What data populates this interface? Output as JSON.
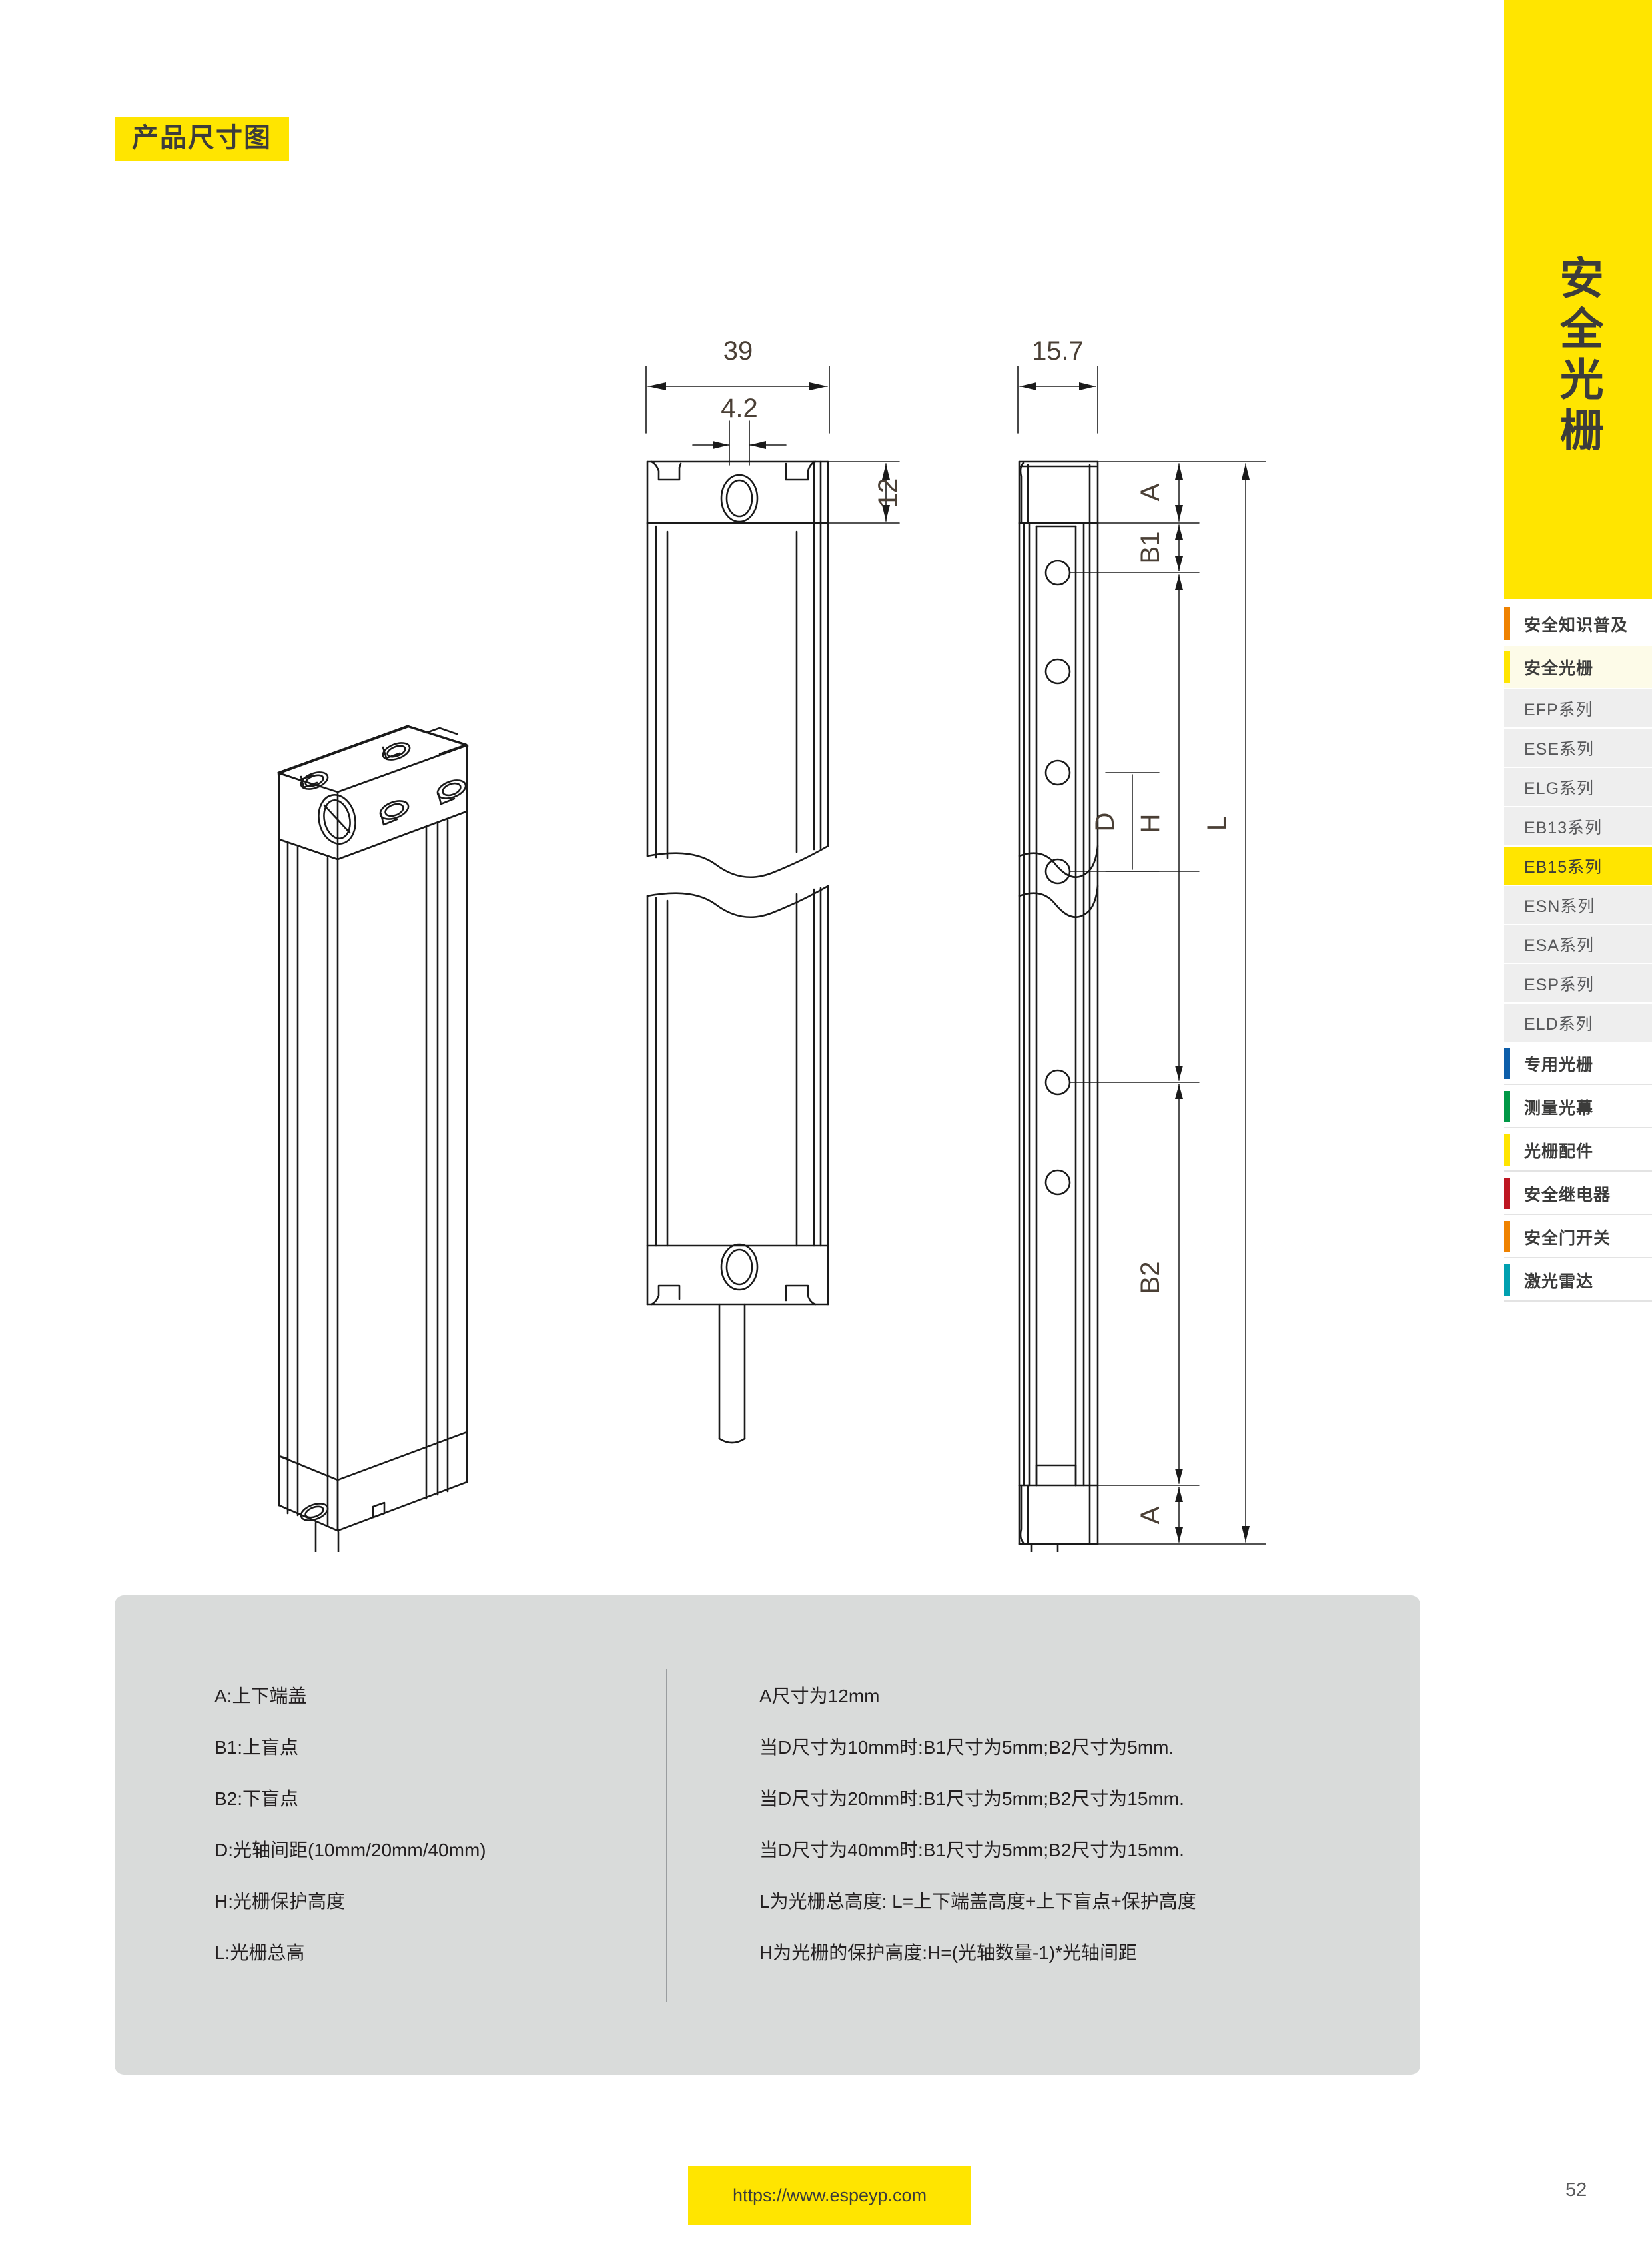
{
  "section": {
    "title": "产品尺寸图"
  },
  "sidebar": {
    "tab_label": "安全光栅",
    "main_items": [
      {
        "label": "安全知识普及",
        "color": "#ef8200",
        "active": false
      },
      {
        "label": "安全光栅",
        "color": "#ffe500",
        "active": true
      }
    ],
    "sub_items": [
      {
        "label": "EFP系列",
        "active": false
      },
      {
        "label": "ESE系列",
        "active": false
      },
      {
        "label": "ELG系列",
        "active": false
      },
      {
        "label": "EB13系列",
        "active": false
      },
      {
        "label": "EB15系列",
        "active": true
      },
      {
        "label": "ESN系列",
        "active": false
      },
      {
        "label": "ESA系列",
        "active": false
      },
      {
        "label": "ESP系列",
        "active": false
      },
      {
        "label": "ELD系列",
        "active": false
      }
    ],
    "tail_items": [
      {
        "label": "专用光栅",
        "color": "#0d5eaa"
      },
      {
        "label": "测量光幕",
        "color": "#009846"
      },
      {
        "label": "光栅配件",
        "color": "#ffe500"
      },
      {
        "label": "安全继电器",
        "color": "#be1622"
      },
      {
        "label": "安全门开关",
        "color": "#ef8200"
      },
      {
        "label": "激光雷达",
        "color": "#00a0b0"
      }
    ]
  },
  "drawing": {
    "dimensions": {
      "front_width": "39",
      "front_slot": "4.2",
      "front_cap_height": "12",
      "side_width": "15.7",
      "cap_top": "A",
      "blind_top": "B1",
      "pitch": "D",
      "protect_height": "H",
      "total_length": "L",
      "blind_bottom": "B2",
      "cap_bottom": "A"
    }
  },
  "legend": {
    "left": [
      "A:上下端盖",
      "B1:上盲点",
      "B2:下盲点",
      "D:光轴间距(10mm/20mm/40mm)",
      "H:光栅保护高度",
      "L:光栅总高"
    ],
    "right": [
      "A尺寸为12mm",
      "当D尺寸为10mm时:B1尺寸为5mm;B2尺寸为5mm.",
      "当D尺寸为20mm时:B1尺寸为5mm;B2尺寸为15mm.",
      "当D尺寸为40mm时:B1尺寸为5mm;B2尺寸为15mm.",
      "L为光栅总高度: L=上下端盖高度+上下盲点+保护高度",
      "H为光栅的保护高度:H=(光轴数量-1)*光轴间距"
    ]
  },
  "footer": {
    "url": "https://www.espeyp.com",
    "page_number": "52"
  }
}
